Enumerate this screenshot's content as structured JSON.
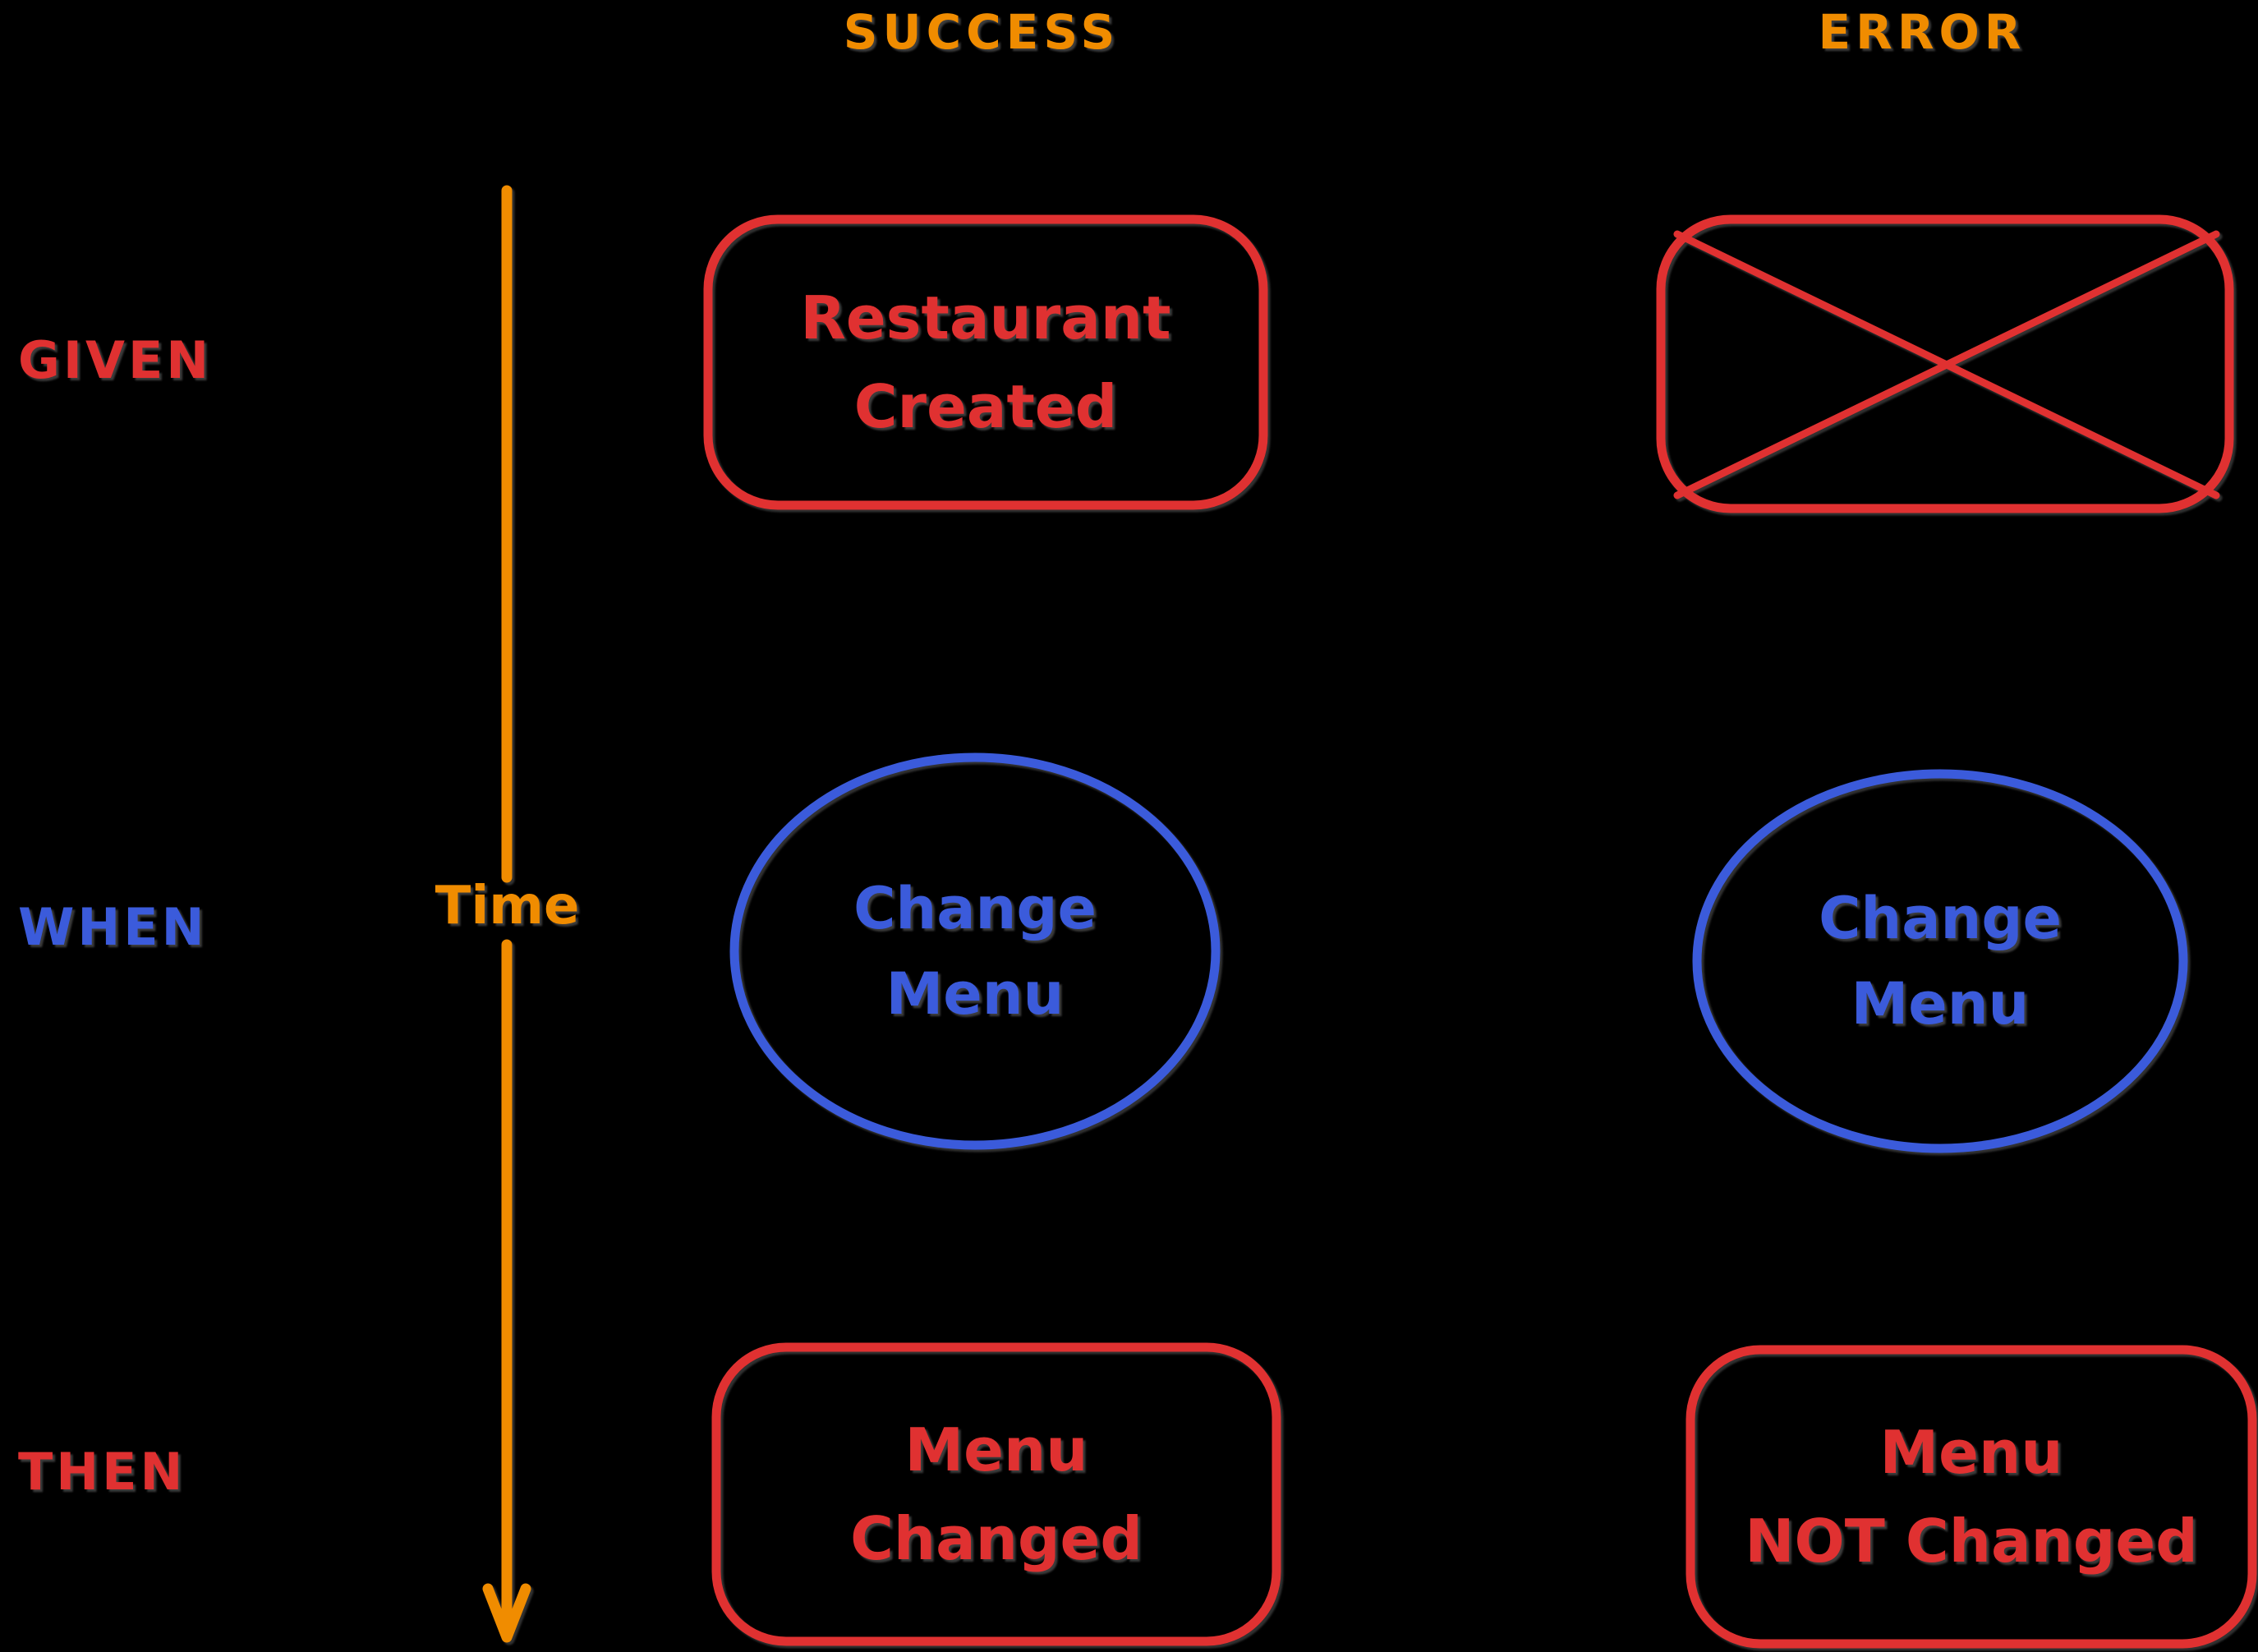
{
  "columns": {
    "success": "SUCCESS",
    "error": "ERROR"
  },
  "rows": {
    "given": "GIVEN",
    "when": "WHEN",
    "then": "THEN"
  },
  "timeline": {
    "label": "Time",
    "direction": "down"
  },
  "cells": {
    "success_given": {
      "shape": "rounded-rectangle",
      "line1": "Restaurant",
      "line2": "Created"
    },
    "error_given": {
      "shape": "crossed-rectangle"
    },
    "success_when": {
      "shape": "ellipse",
      "line1": "Change",
      "line2": "Menu"
    },
    "error_when": {
      "shape": "ellipse",
      "line1": "Change",
      "line2": "Menu"
    },
    "success_then": {
      "shape": "rounded-rectangle",
      "line1": "Menu",
      "line2": "Changed"
    },
    "error_then": {
      "shape": "rounded-rectangle",
      "line1": "Menu",
      "line2": "NOT Changed"
    }
  },
  "colors": {
    "red": "#e03131",
    "blue": "#3b5bdb",
    "orange": "#f08c00",
    "background": "#000000"
  }
}
